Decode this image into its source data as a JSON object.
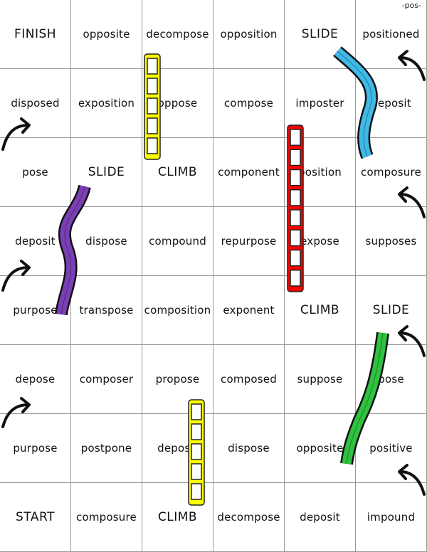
{
  "tag": "-pos-",
  "rows": [
    [
      "FINISH",
      "opposite",
      "decompose",
      "opposition",
      "SLIDE",
      "positioned"
    ],
    [
      "disposed",
      "exposition",
      "oppose",
      "compose",
      "imposter",
      "deposit"
    ],
    [
      "pose",
      "SLIDE",
      "CLIMB",
      "component",
      "position",
      "composure"
    ],
    [
      "deposit",
      "dispose",
      "compound",
      "repurpose",
      "expose",
      "supposes"
    ],
    [
      "purpose",
      "transpose",
      "composition",
      "exponent",
      "CLIMB",
      "SLIDE"
    ],
    [
      "depose",
      "composer",
      "propose",
      "composed",
      "suppose",
      "pose"
    ],
    [
      "purpose",
      "postpone",
      "deposit",
      "dispose",
      "opposite",
      "positive"
    ],
    [
      "START",
      "composure",
      "CLIMB",
      "decompose",
      "deposit",
      "impound"
    ]
  ],
  "ladders": [
    {
      "color": "#ffff00",
      "name": "yellow-ladder-top"
    },
    {
      "color": "#ff0000",
      "name": "red-ladder"
    },
    {
      "color": "#ffff00",
      "name": "yellow-ladder-bottom"
    }
  ],
  "slides": [
    {
      "color": "#3fb9e6",
      "name": "blue-slide"
    },
    {
      "color": "#7b3fb5",
      "name": "purple-slide"
    },
    {
      "color": "#2ec240",
      "name": "green-slide"
    }
  ]
}
